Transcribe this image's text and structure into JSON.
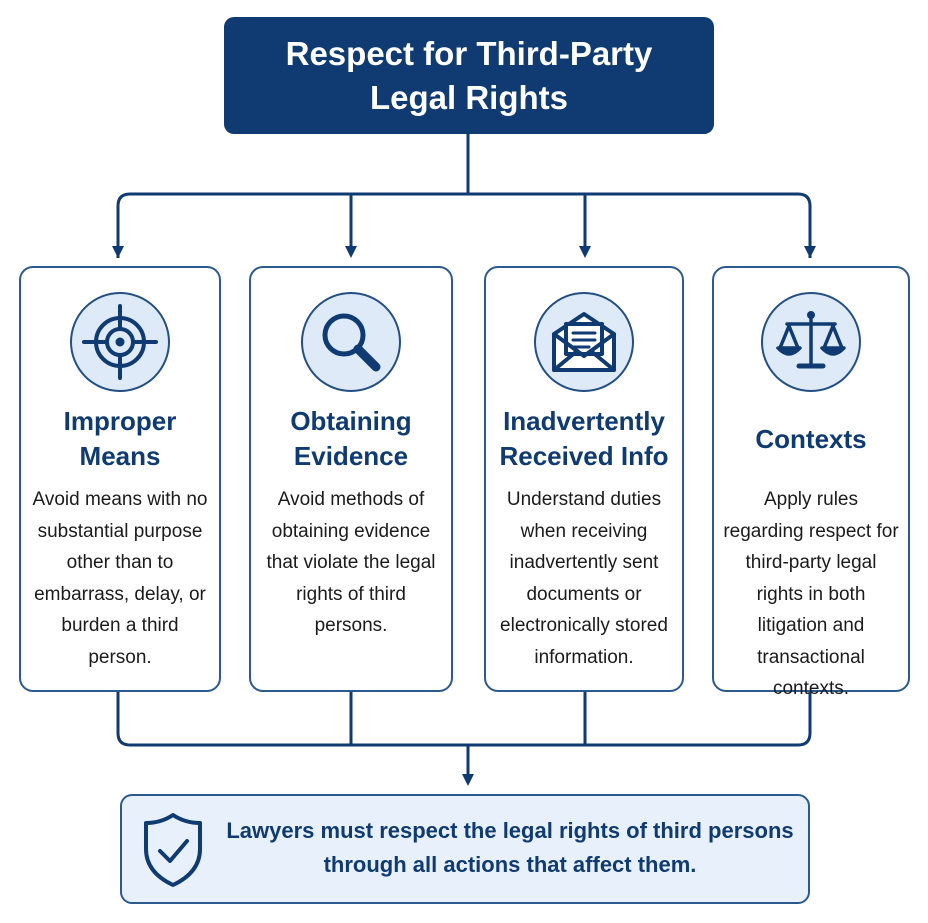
{
  "title": "Respect for Third-Party Legal Rights",
  "colors": {
    "primary": "#0f3a72",
    "icon_fill": "#deeaf8",
    "footer_fill": "#e8f1fb",
    "border": "#2c5a8f"
  },
  "cards": [
    {
      "icon": "target-icon",
      "title": "Improper Means",
      "text": "Avoid means with no substantial purpose other than to embarrass, delay, or burden a third person."
    },
    {
      "icon": "magnifying-glass-icon",
      "title": "Obtaining Evidence",
      "text": "Avoid methods of obtaining evidence that violate the legal rights of third persons."
    },
    {
      "icon": "envelope-icon",
      "title": "Inadvertently Received Info",
      "text": "Understand duties when receiving inadvertently sent documents or electronically stored information."
    },
    {
      "icon": "scales-icon",
      "title": "Contexts",
      "text": "Apply rules regarding respect for third-party legal rights in both litigation and transactional contexts."
    }
  ],
  "footer": {
    "icon": "shield-check-icon",
    "text": "Lawyers must respect the legal rights of third persons through all actions that affect them."
  }
}
